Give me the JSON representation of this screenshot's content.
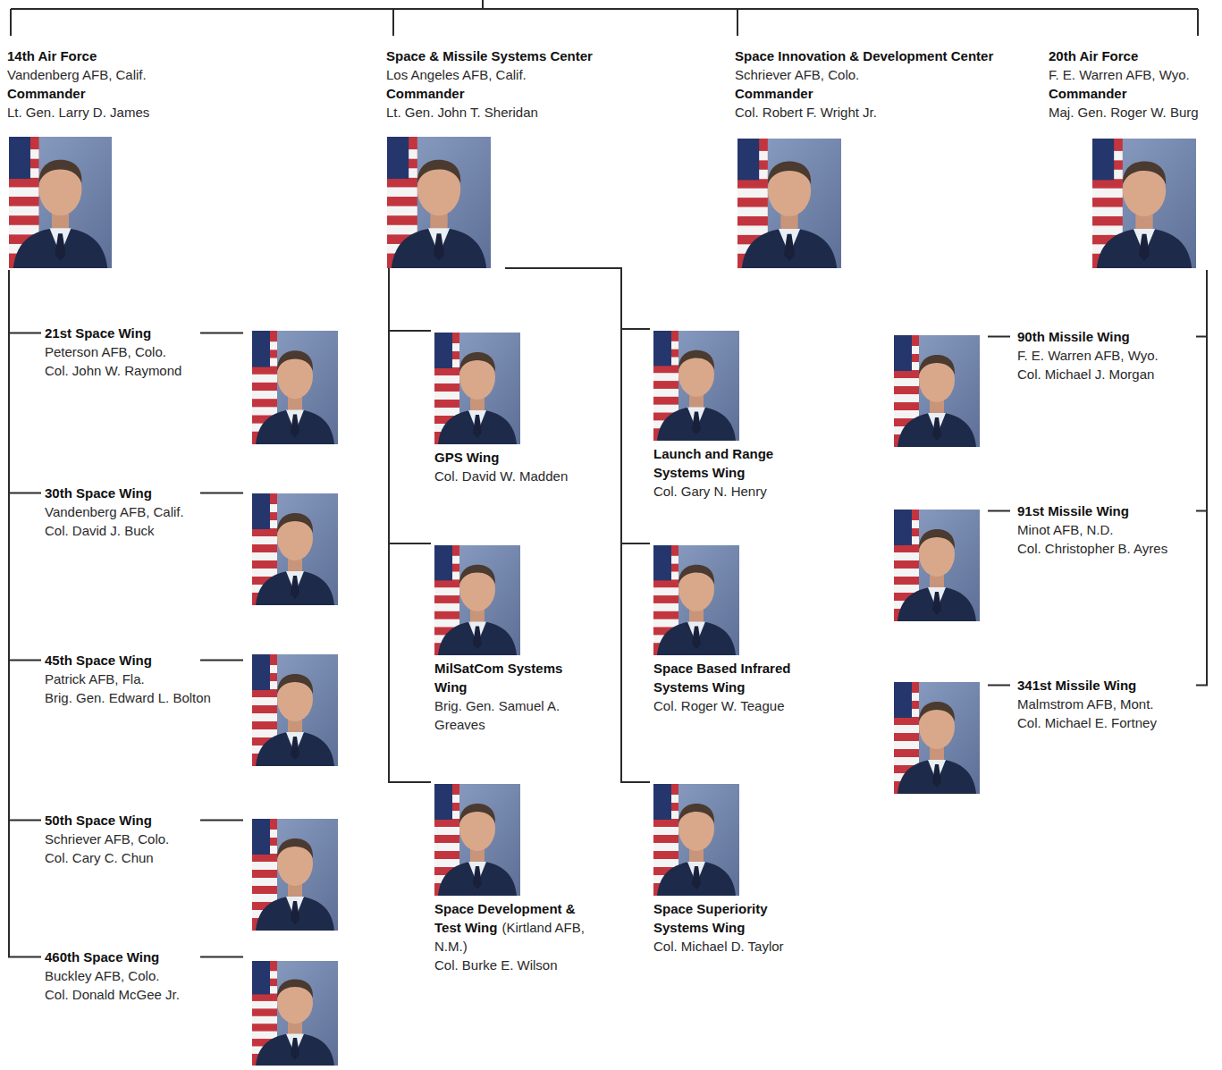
{
  "diagram": {
    "nodes": [
      {
        "text": [
          "14th Air Force",
          "Vandenberg AFB, Calif.",
          "Commander",
          "Lt. Gen. Larry D. James"
        ]
      },
      {
        "text": [
          "Space & Missile Systems Center",
          "Los Angeles AFB, Calif.",
          "Commander",
          "Lt. Gen. John T. Sheridan"
        ]
      },
      {
        "text": [
          "Space Innovation & Development Center",
          "Schriever AFB, Colo.",
          "Commander",
          "Col. Robert F. Wright Jr."
        ]
      },
      {
        "text": [
          "20th Air Force",
          "F. E. Warren AFB, Wyo.",
          "Commander",
          "Maj. Gen. Roger W. Burg"
        ]
      },
      {
        "text": [
          "21st Space Wing",
          "Peterson AFB, Colo.",
          "Col. John W. Raymond"
        ]
      },
      {
        "text": [
          "30th Space Wing",
          "Vandenberg AFB, Calif.",
          "Col. David J. Buck"
        ]
      },
      {
        "text": [
          "45th Space Wing",
          "Patrick AFB, Fla.",
          "Brig. Gen. Edward L. Bolton"
        ]
      },
      {
        "text": [
          "50th Space Wing",
          "Schriever AFB, Colo.",
          "Col. Cary C. Chun"
        ]
      },
      {
        "text": [
          "460th Space Wing",
          "Buckley AFB, Colo.",
          "Col. Donald McGee Jr."
        ]
      },
      {
        "text": [
          "GPS Wing",
          "Col. David W. Madden"
        ]
      },
      {
        "text": [
          "MilSatCom Systems Wing",
          "Brig. Gen. Samuel A. Greaves"
        ]
      },
      {
        "text": [
          "Space Development & Test Wing",
          "(Kirtland AFB, N.M.)",
          "Col. Burke E. Wilson"
        ]
      },
      {
        "text": [
          "Launch and Range Systems Wing",
          "Col. Gary N. Henry"
        ]
      },
      {
        "text": [
          "Space Based Infrared Systems Wing",
          "Col. Roger W. Teague"
        ]
      },
      {
        "text": [
          "Space Superiority Systems Wing",
          "Col. Michael D. Taylor"
        ]
      },
      {
        "text": [
          "90th Missile Wing",
          "F. E. Warren AFB, Wyo.",
          "Col. Michael J. Morgan"
        ]
      },
      {
        "text": [
          "91st Missile Wing",
          "Minot AFB, N.D.",
          "Col. Christopher B. Ayres"
        ]
      },
      {
        "text": [
          "341st Missile Wing",
          "Malmstrom AFB, Mont.",
          "Col. Michael E. Fortney"
        ]
      }
    ],
    "edges": [
      {
        "from": 0,
        "to": 4,
        "arrow": "none"
      },
      {
        "from": 0,
        "to": 5,
        "arrow": "none"
      },
      {
        "from": 0,
        "to": 6,
        "arrow": "none"
      },
      {
        "from": 0,
        "to": 7,
        "arrow": "none"
      },
      {
        "from": 0,
        "to": 8,
        "arrow": "none"
      },
      {
        "from": 1,
        "to": 9,
        "arrow": "none"
      },
      {
        "from": 1,
        "to": 10,
        "arrow": "none"
      },
      {
        "from": 1,
        "to": 11,
        "arrow": "none"
      },
      {
        "from": 1,
        "to": 12,
        "arrow": "none"
      },
      {
        "from": 1,
        "to": 13,
        "arrow": "none"
      },
      {
        "from": 1,
        "to": 14,
        "arrow": "none"
      },
      {
        "from": 3,
        "to": 15,
        "arrow": "none"
      },
      {
        "from": 3,
        "to": 16,
        "arrow": "none"
      },
      {
        "from": 3,
        "to": 17,
        "arrow": "none"
      }
    ]
  }
}
